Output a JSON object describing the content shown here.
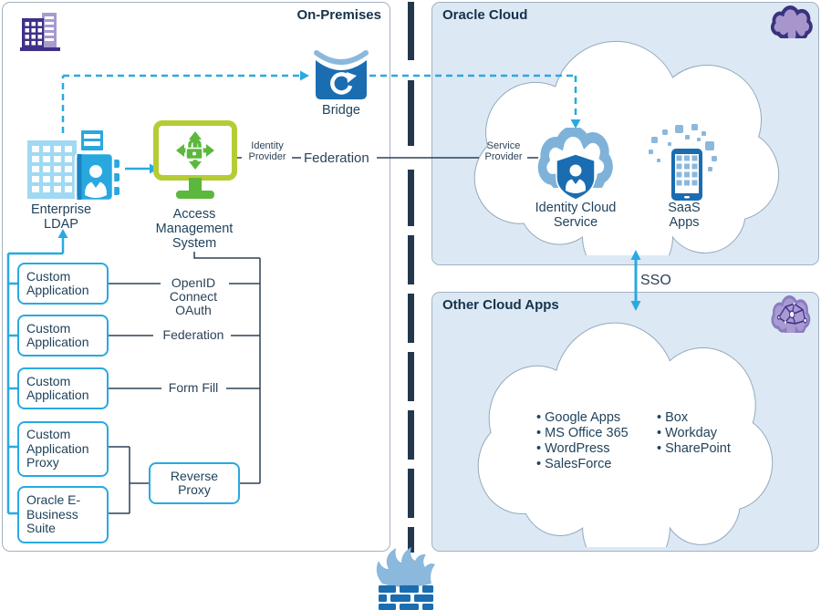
{
  "onprem": {
    "title": "On-Premises",
    "bridge": {
      "label": "Bridge"
    },
    "enterprise_ldap": {
      "label": "Enterprise LDAP"
    },
    "access_management": {
      "label": "Access Management System"
    },
    "identity_provider_label": "Identity Provider",
    "federation_label": "Federation",
    "app_boxes": [
      {
        "label": "Custom Application"
      },
      {
        "label": "Custom Application"
      },
      {
        "label": "Custom Application"
      },
      {
        "label": "Custom Application Proxy"
      },
      {
        "label": "Oracle E-Business Suite"
      }
    ],
    "reverse_proxy": {
      "label": "Reverse Proxy"
    },
    "connector_labels": [
      {
        "label": "OpenID Connect OAuth"
      },
      {
        "label": "Federation"
      },
      {
        "label": "Form Fill"
      }
    ]
  },
  "oracle_cloud": {
    "title": "Oracle Cloud",
    "service_provider_label": "Service Provider",
    "identity_cloud_service": {
      "label": "Identity Cloud Service"
    },
    "saas_apps": {
      "label": "SaaS Apps"
    }
  },
  "other_cloud": {
    "title": "Other Cloud Apps",
    "apps_left": [
      "Google Apps",
      "MS Office 365",
      "WordPress",
      "SalesForce"
    ],
    "apps_right": [
      "Box",
      "Workday",
      "SharePoint"
    ]
  },
  "sso_label": "SSO",
  "colors": {
    "accent_blue": "#29a9e1",
    "dark_blue": "#1a6db1",
    "light_blue": "#8bb8dd",
    "navy_line": "#2c4257",
    "divider_navy": "#24384d",
    "panel_fill_blue": "#dce9f5",
    "green": "#5cb83c",
    "yellow_green": "#b5cc34",
    "purple_dark": "#3f3189",
    "purple_light": "#a79bd0"
  },
  "icons": [
    "buildings-icon",
    "bridge-icon",
    "enterprise-ldap-icon",
    "access-management-icon",
    "identity-cloud-icon",
    "saas-apps-icon",
    "oracle-cloud-badge-icon",
    "network-cloud-badge-icon",
    "firewall-icon"
  ]
}
